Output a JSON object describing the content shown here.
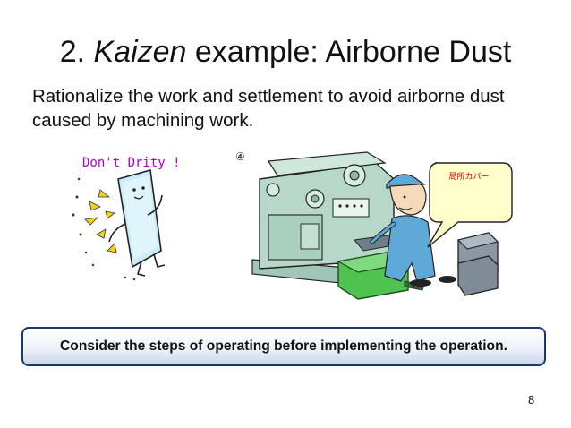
{
  "slide": {
    "title_prefix": "2. ",
    "title_italic": "Kaizen",
    "title_suffix": " example: Airborne Dust",
    "subtitle": "Rationalize the work and settlement to avoid airborne dust caused by machining work.",
    "dont_label": "Don't Drity !",
    "step_marker": "④",
    "bubble_text": "局所カバー",
    "banner_text": "Consider the steps of operating before implementing the operation.",
    "page_number": "8"
  }
}
